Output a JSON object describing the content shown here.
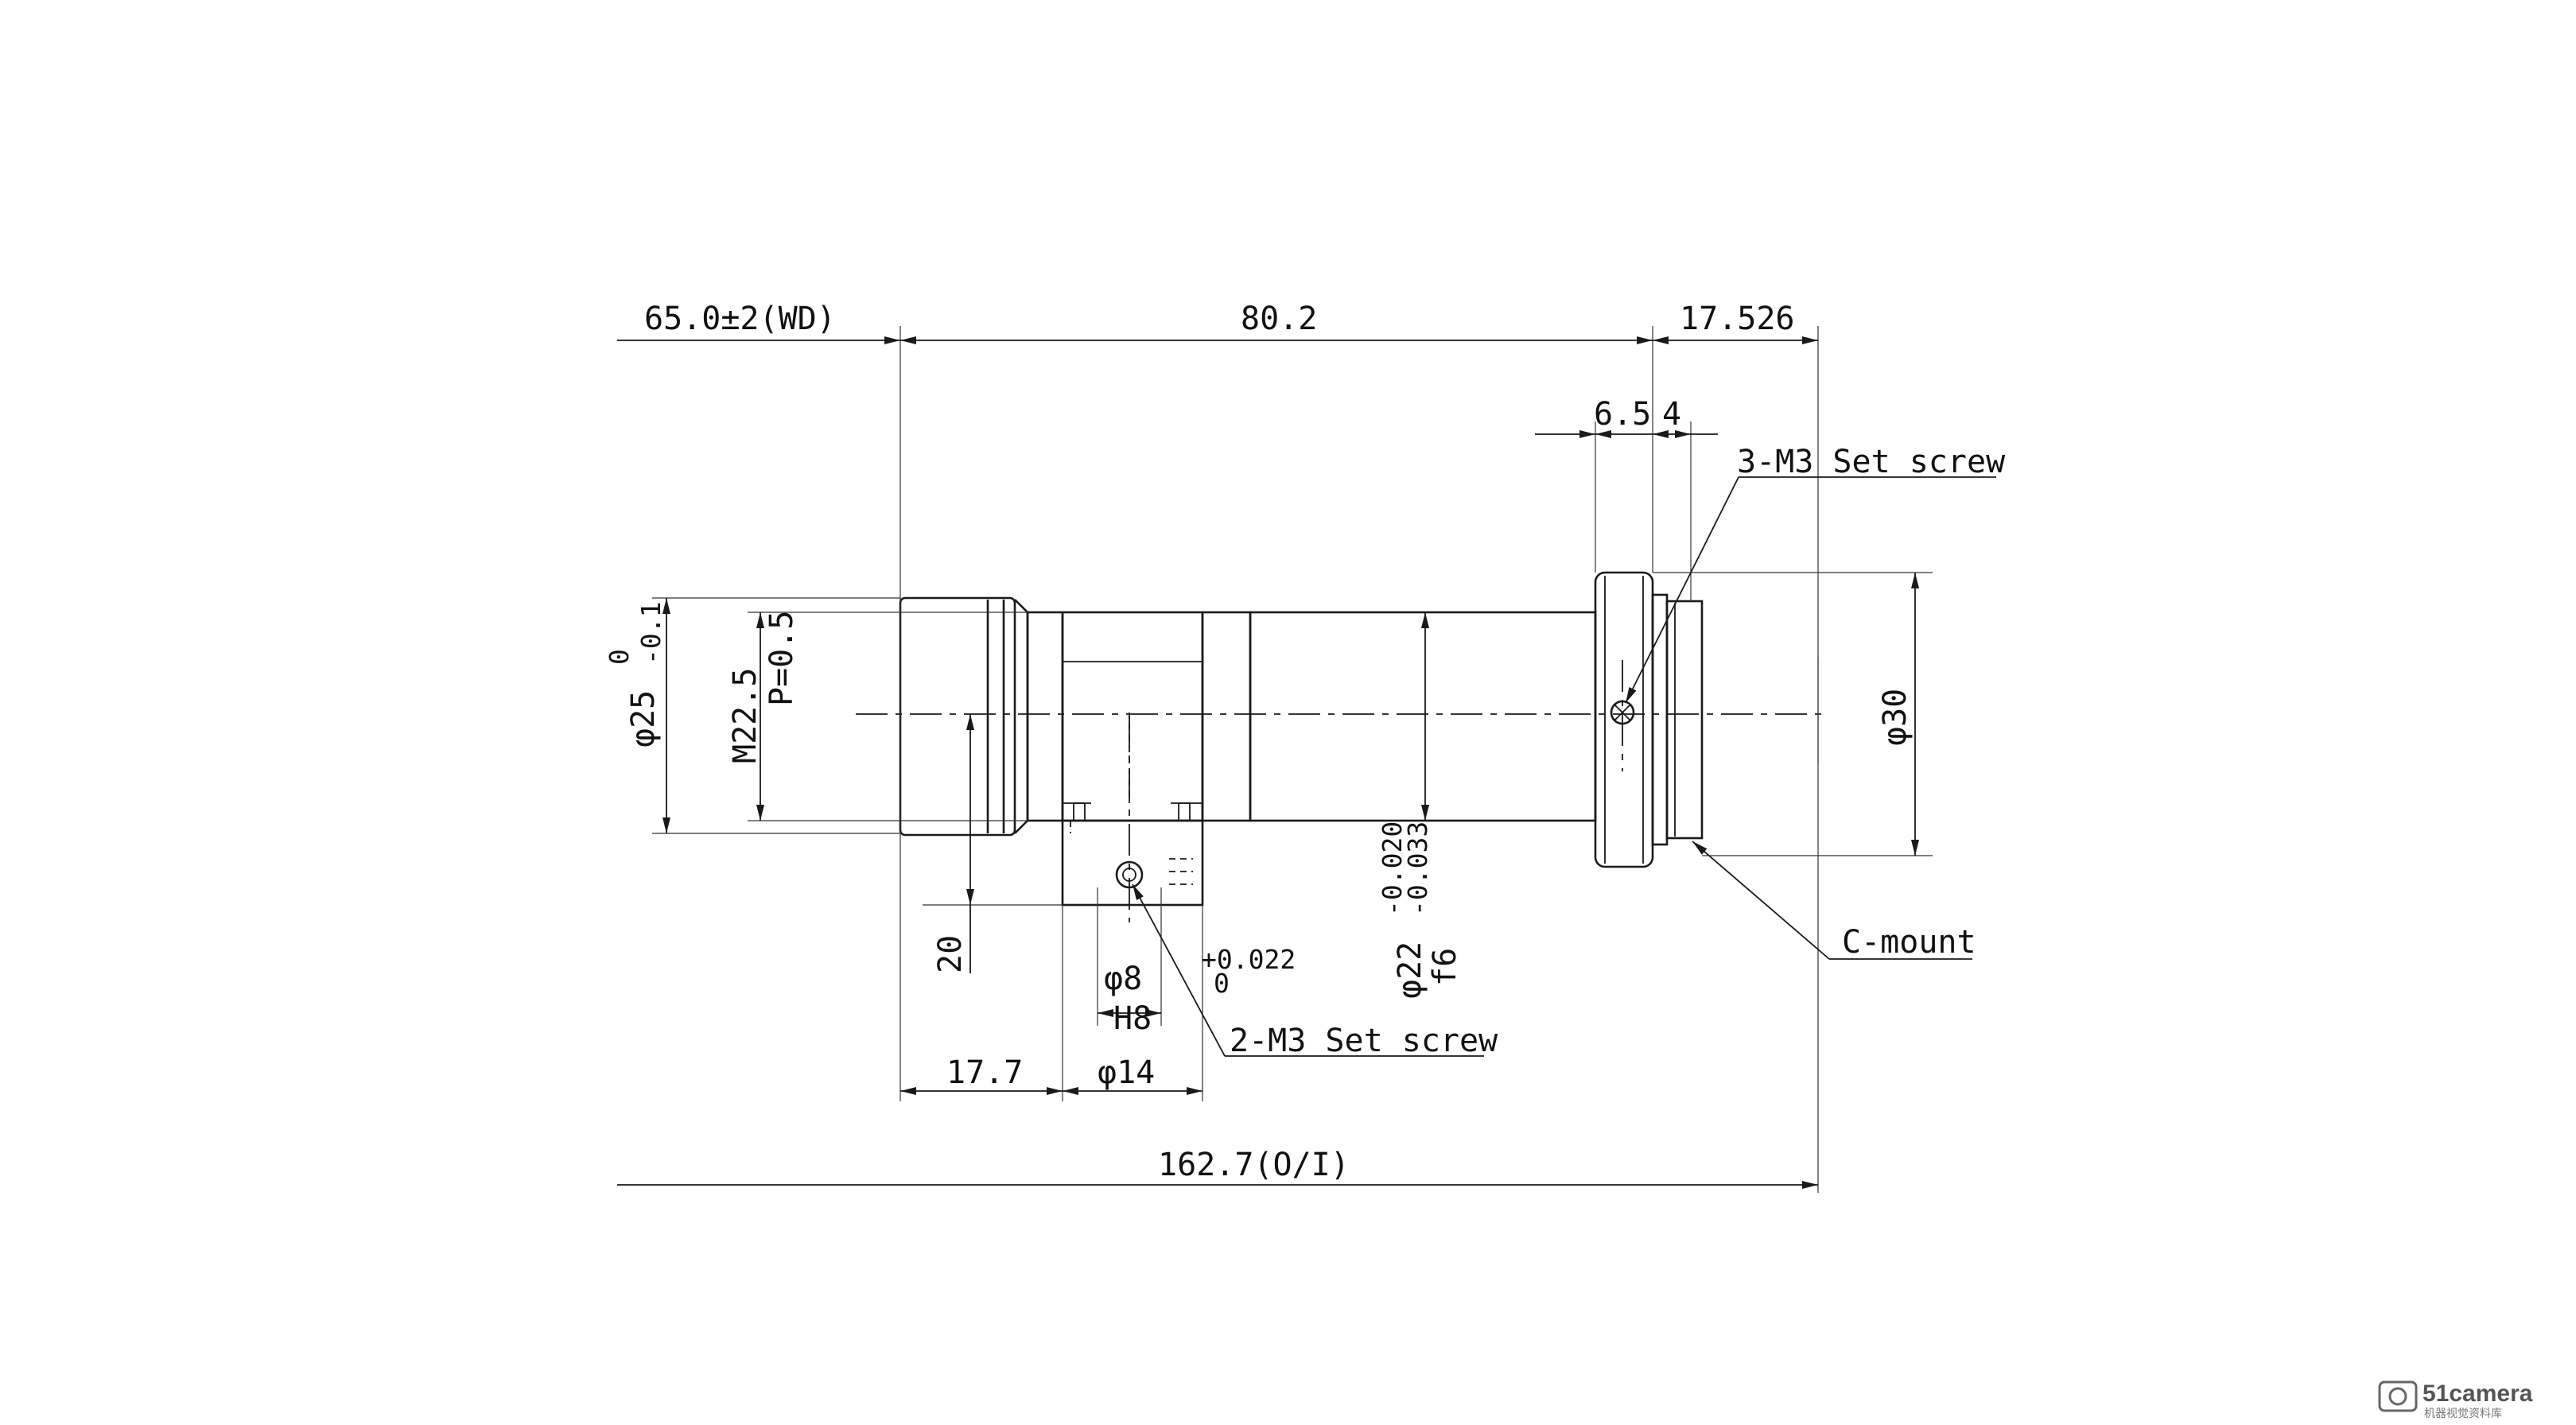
{
  "dimensions": {
    "wd": "65.0±2(WD)",
    "length_body": "80.2",
    "flange": "17.526",
    "dim_6_5": "6.5",
    "dim_4": "4",
    "set_screw_top": "3-M3 Set screw",
    "set_screw_bottom": "2-M3 Set screw",
    "c_mount": "C-mount",
    "dia_25": "φ25",
    "tol_25_upper": "0",
    "tol_25_lower": "-0.1",
    "thread": "M22.5",
    "pitch": "P=0.5",
    "dia_30": "φ30",
    "dia_22": "φ22",
    "tol_22_upper": "-0.020",
    "tol_22_lower": "-0.033",
    "fit_f6": "f6",
    "dim_20": "20",
    "dia_8": "φ8",
    "tol_8_upper": "+0.022",
    "tol_8_lower": "0",
    "fit_h8": "H8",
    "dim_17_7": "17.7",
    "dia_14": "φ14",
    "total": "162.7(O/I)"
  },
  "watermark": {
    "brand": "51camera",
    "tagline": "机器视觉资料库"
  }
}
